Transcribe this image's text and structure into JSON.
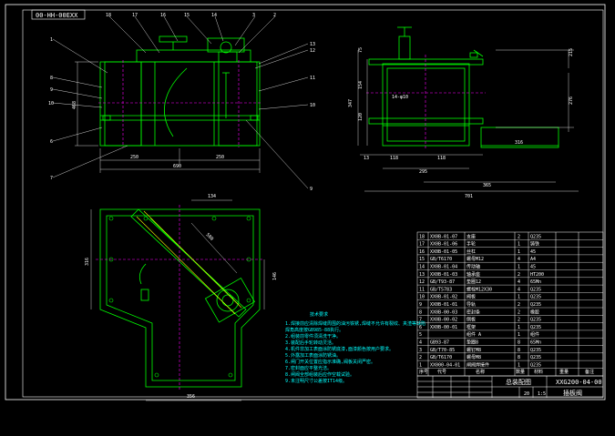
{
  "drawing_tag": "00-HH-00EXX",
  "colors": {
    "background": "#000000",
    "border": "#ffffff",
    "part": "#00ff00",
    "dimension": "#ffffff",
    "hidden": "#ff00ff",
    "notes": "#00ffff",
    "highlight": "#ffff00"
  },
  "front_view": {
    "balloons_top": [
      "18",
      "17",
      "16",
      "15",
      "14",
      "3",
      "2"
    ],
    "balloons_left": [
      "1",
      "8",
      "9",
      "10",
      "6",
      "7"
    ],
    "balloons_right": [
      "13",
      "12",
      "11",
      "10",
      "9"
    ],
    "dims": [
      "250",
      "250",
      "690",
      "468"
    ]
  },
  "side_view": {
    "dims_left": [
      "347",
      "154",
      "120",
      "75"
    ],
    "dims_bottom": [
      "13",
      "118",
      "118",
      "295",
      "365",
      "701"
    ],
    "dims_right": [
      "215",
      "276",
      "316"
    ],
    "label_mid": "14-φ10"
  },
  "top_view": {
    "dims": [
      "134",
      "580",
      "316",
      "146",
      "356"
    ]
  },
  "notes": {
    "title": "技术要求",
    "lines": [
      "1.焊接前应清除焊缝周围的油污铁锈,焊缝不允许有裂纹、夹渣等缺陷",
      "  焊角高度按GB985-88执行。",
      "2.组装前零件须清洗干净。",
      "3.装配后手轮转动灵活。",
      "4.机件非加工表面涂防锈底漆,面漆颜色按用户要求。",
      "5.外露加工表面涂防锈油。",
      "6.闸门开关位置应指示准确,阀板关闭严密。",
      "7.密封面应平整光洁。",
      "8.闸阀全部组装后应作空载试验。",
      "9.未注明尺寸公差按IT14级。"
    ]
  },
  "bom": {
    "rows": [
      [
        "18",
        "XX0B-01-07",
        "支座",
        "2",
        "Q235",
        "",
        ""
      ],
      [
        "17",
        "XX0B-01-06",
        "手轮",
        "1",
        "铸铁",
        "",
        ""
      ],
      [
        "16",
        "XX0B-01-05",
        "丝杠",
        "1",
        "45",
        "",
        ""
      ],
      [
        "15",
        "GB/T6170",
        "螺母M12",
        "4",
        "A4",
        "",
        ""
      ],
      [
        "14",
        "XX0B-01-04",
        "传动轴",
        "1",
        "45",
        "",
        ""
      ],
      [
        "13",
        "XX0B-01-03",
        "轴承座",
        "2",
        "HT200",
        "",
        ""
      ],
      [
        "12",
        "GB/T93-87",
        "垫圈12",
        "4",
        "65Mn",
        "",
        ""
      ],
      [
        "11",
        "GB/T5783",
        "螺栓M12X30",
        "4",
        "Q235",
        "",
        ""
      ],
      [
        "10",
        "XX0B-01-02",
        "阀板",
        "1",
        "Q235",
        "",
        ""
      ],
      [
        "9",
        "XX0B-01-01",
        "导轨",
        "2",
        "Q235",
        "",
        ""
      ],
      [
        "8",
        "XX0B-00-03",
        "密封条",
        "2",
        "橡胶",
        "",
        ""
      ],
      [
        "7",
        "XX0B-00-02",
        "侧板",
        "2",
        "Q235",
        "",
        ""
      ],
      [
        "6",
        "XX0B-00-01",
        "框架",
        "1",
        "Q235",
        "",
        ""
      ],
      [
        "5",
        "",
        "组件 A",
        "1",
        "组件",
        "",
        ""
      ],
      [
        "4",
        "GB93-87",
        "垫圈8",
        "8",
        "65Mn",
        "",
        ""
      ],
      [
        "3",
        "GB/T70-85",
        "螺钉M8",
        "8",
        "Q235",
        "",
        ""
      ],
      [
        "2",
        "GB/T6170",
        "螺母M8",
        "8",
        "Q235",
        "",
        ""
      ],
      [
        "1",
        "XX000-04-01",
        "闸阀焊接件",
        "1",
        "Q235",
        "",
        ""
      ]
    ],
    "header": [
      "序号",
      "代号",
      "名称",
      "数量",
      "材料",
      "重量",
      "备注"
    ]
  },
  "title_block": {
    "drawing_no": "XXG200-04-00",
    "name": "插板阀",
    "assembly": "总装配图",
    "scale": "1:5",
    "sheet": "20"
  }
}
